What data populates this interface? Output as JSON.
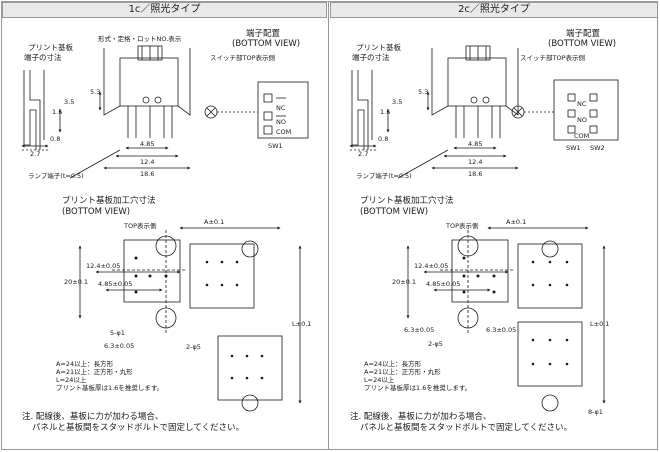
{
  "headers": {
    "left": "1c／照光タイプ",
    "right": "2c／照光タイプ"
  },
  "left": {
    "pcb_term_label_1": "プリント基板",
    "pcb_term_label_2": "端子の寸法",
    "model_label": "形式・定格・ロットNO.表示",
    "dims": {
      "d53": "5.3",
      "d35": "3.5",
      "d15": "1.5",
      "d08": "0.8",
      "d27": "2.7",
      "d485": "4.85",
      "d124": "12.4",
      "d186": "18.6"
    },
    "lamp_label": "ランプ端子(t=0.5)",
    "terminal_title_1": "端子配置",
    "terminal_title_2": "(BOTTOM VIEW)",
    "switch_top_label": "スイッチ部TOP表示側",
    "pin_labels": {
      "nc": "NC",
      "no": "NO",
      "com": "COM"
    },
    "sw_labels": [
      "SW1"
    ],
    "cutout_title_1": "プリント基板加工穴寸法",
    "cutout_title_2": "(BOTTOM VIEW)",
    "top_side_label": "TOP表示側",
    "cut_dims": {
      "a": "A±0.1",
      "l": "L±0.1",
      "d124": "12.4±0.05",
      "d485": "4.85±0.05",
      "d20": "20±0.1",
      "d63": "6.3±0.05",
      "hole1": "5-φ1",
      "hole2": "2-φ5"
    },
    "legend": [
      "A=24以上：長方形",
      "A=21以上：正方形・丸形",
      "L=24以上",
      "プリント基板厚は1.6を推奨します。"
    ],
    "note_1": "注. 配線後、基板に力が加わる場合、",
    "note_2": "パネルと基板間をスタッドボルトで固定してください。"
  },
  "right": {
    "pcb_term_label_1": "プリント基板",
    "pcb_term_label_2": "端子の寸法",
    "dims": {
      "d53": "5.3",
      "d35": "3.5",
      "d15": "1.5",
      "d08": "0.8",
      "d27": "2.7",
      "d485": "4.85",
      "d124": "12.4",
      "d186": "18.6"
    },
    "lamp_label": "ランプ端子(t=0.5)",
    "terminal_title_1": "端子配置",
    "terminal_title_2": "(BOTTOM VIEW)",
    "switch_top_label": "スイッチ部TOP表示側",
    "pin_labels": {
      "nc": "NC",
      "no": "NO",
      "com": "COM"
    },
    "sw_labels": [
      "SW1",
      "SW2"
    ],
    "cutout_title_1": "プリント基板加工穴寸法",
    "cutout_title_2": "(BOTTOM VIEW)",
    "top_side_label": "TOP表示側",
    "cut_dims": {
      "a": "A±0.1",
      "l": "L±0.1",
      "d124": "12.4±0.05",
      "d485": "4.85±0.05",
      "d20": "20±0.1",
      "d63": "6.3±0.05",
      "hole1": "8-φ1",
      "hole2": "2-φ5"
    },
    "legend": [
      "A=24以上：長方形",
      "A=21以上：正方形・丸形",
      "L=24以上",
      "プリント基板厚は1.6を推奨します。"
    ],
    "note_1": "注. 配線後、基板に力が加わる場合、",
    "note_2": "パネルと基板間をスタッドボルトで固定してください。"
  }
}
